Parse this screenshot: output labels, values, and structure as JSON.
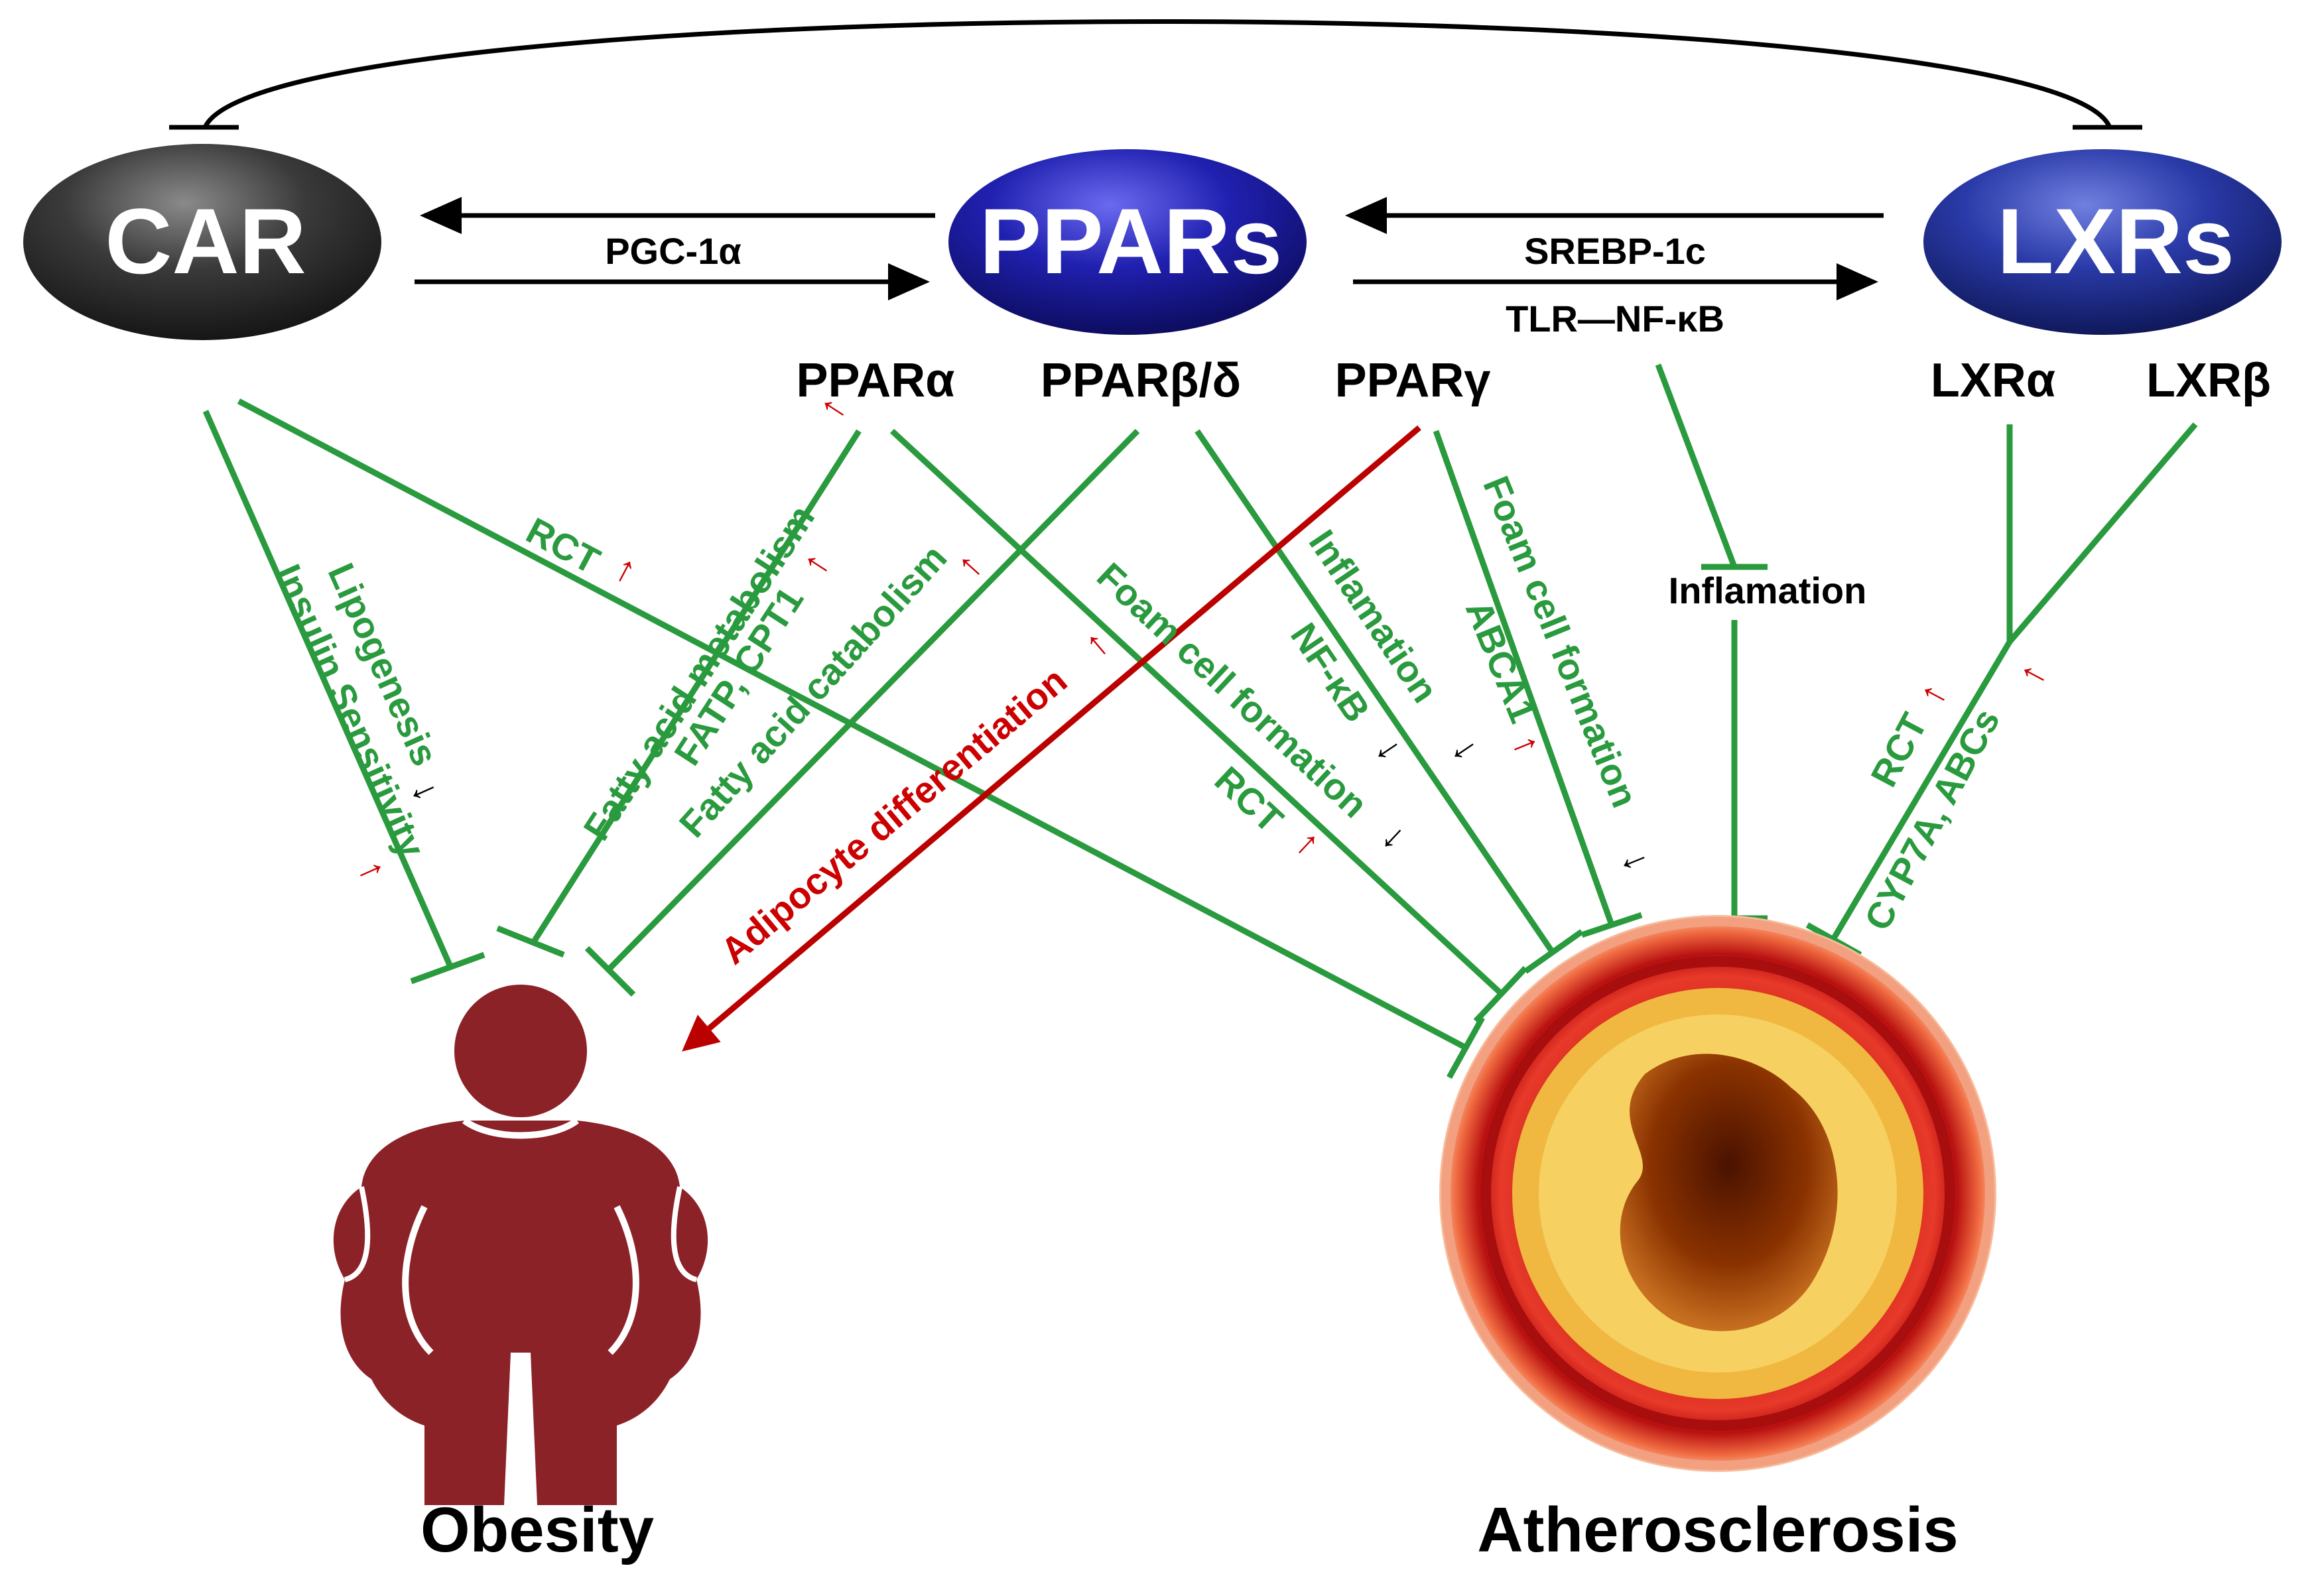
{
  "nodes": {
    "car": {
      "label": "CAR"
    },
    "ppars": {
      "label": "PPARs"
    },
    "lxrs": {
      "label": "LXRs"
    }
  },
  "subtypes": {
    "ppar_alpha": "PPARα",
    "ppar_beta_delta": "PPARβ/δ",
    "ppar_gamma": "PPARγ",
    "lxr_alpha": "LXRα",
    "lxr_beta": "LXRβ"
  },
  "connectors": {
    "car_ppar": "PGC-1α",
    "ppar_lxr_top": "SREBP-1c",
    "ppar_lxr_bottom": "TLR—NF-κB"
  },
  "inflammation_node": "Inflamation",
  "pathway_labels": {
    "car_insulin": "Insulin Sensitivity",
    "car_lipogenesis": "Lipogenesis",
    "car_rct": "RCT",
    "alpha_fam": "Fatty acid metabolism",
    "alpha_fatp": "FATP, CPT1",
    "alpha_foam": "Foam  cell formation",
    "alpha_rct": "RCT",
    "bd_fac": "Fatty acid catabolism",
    "bd_inflam": "Inflamation",
    "bd_nfkb": "NF-κB",
    "gamma_adipo": "Adipocyte  differentiation",
    "gamma_foam": "Foam cell formation",
    "gamma_abca1": "ABCA1",
    "lxr_rct": "RCT",
    "lxr_cyp": "CYP7A, ABCs"
  },
  "arrow_glyphs": {
    "up": "↑",
    "down": "↓"
  },
  "diseases": {
    "obesity": "Obesity",
    "atherosclerosis": "Atherosclerosis"
  },
  "colors": {
    "inhibit_green": "#2a9a3e",
    "promote_red": "#bb0000",
    "text_green": "#2a9a3e",
    "text_red": "#cc0000",
    "car_node": "#2b2b2b",
    "ppar_node": "#1a1a8c",
    "lxr_node": "#1e2a8c",
    "body_fill": "#8b2228"
  }
}
